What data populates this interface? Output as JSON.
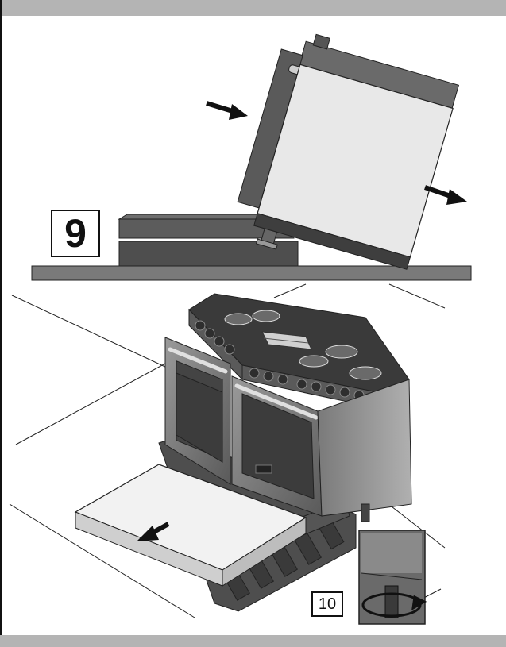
{
  "steps": [
    {
      "number": "9",
      "figure": "tilting-range-off-pallet"
    },
    {
      "number": "10",
      "figure": "range-lowered-to-floor-with-leveling-leg-detail"
    }
  ],
  "colors": {
    "band": "#b4b4b4",
    "outline": "#111111",
    "steel_light": "#e6e6e6",
    "steel_mid": "#8a8a8a",
    "steel_dark": "#4a4a4a",
    "pallet": "#5c5c5c"
  },
  "icons": [
    "push-arrow-icon",
    "pull-arrow-icon",
    "slide-out-arrow-icon",
    "leg-rotate-icon"
  ]
}
